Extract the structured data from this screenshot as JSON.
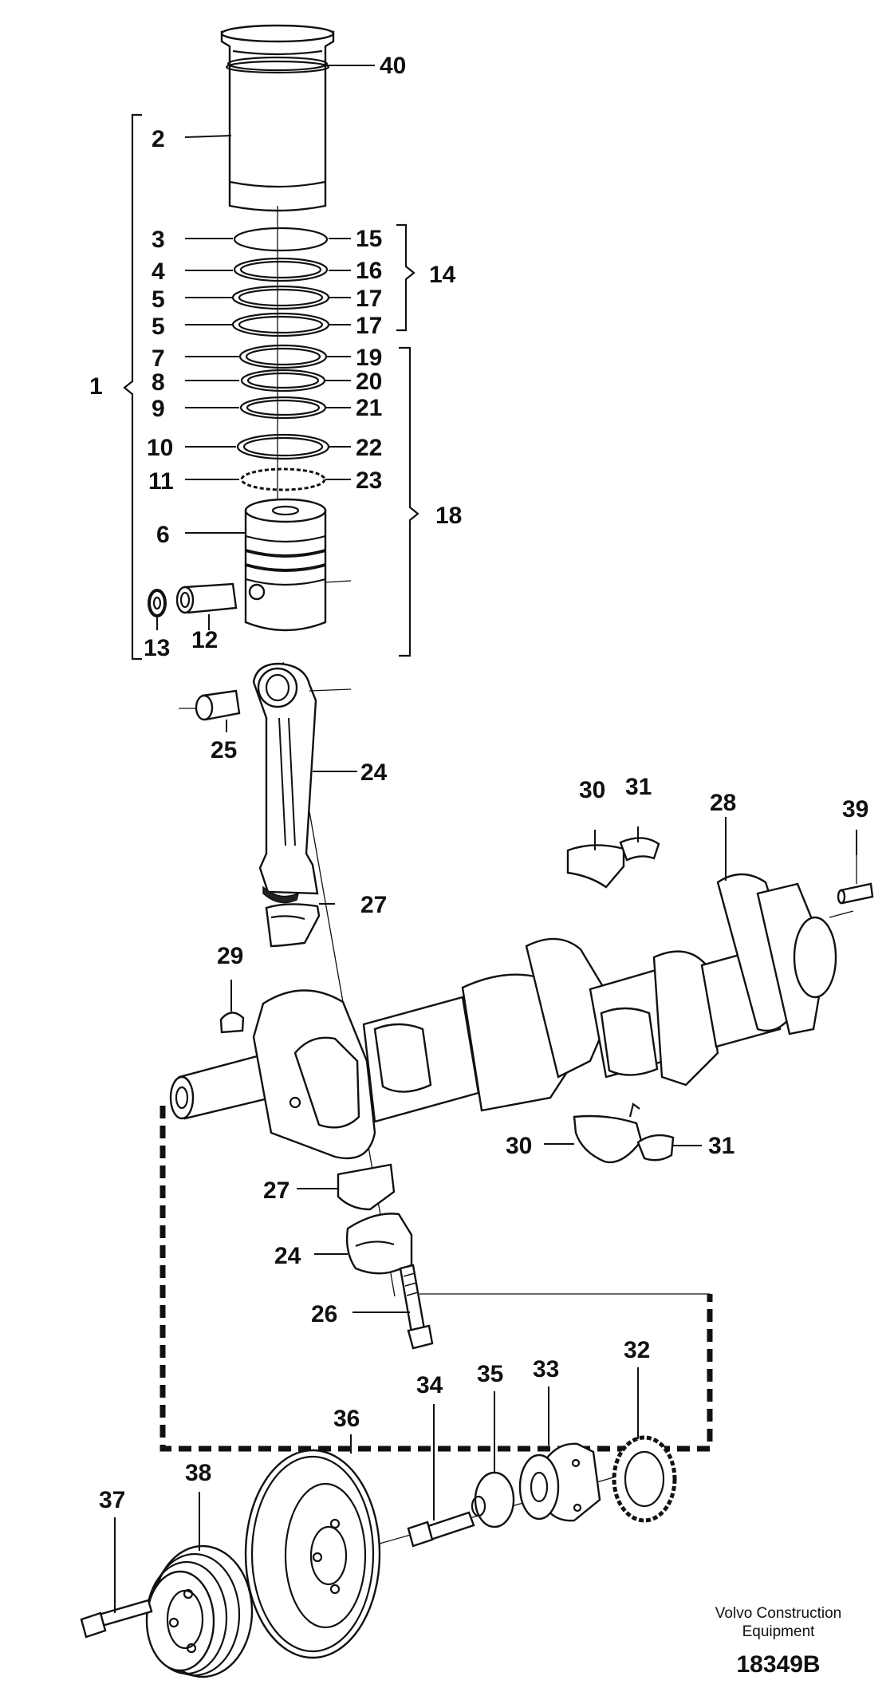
{
  "diagram": {
    "labels": [
      "1",
      "2",
      "3",
      "4",
      "5",
      "5",
      "6",
      "7",
      "8",
      "9",
      "10",
      "11",
      "12",
      "13",
      "14",
      "15",
      "16",
      "17",
      "17",
      "18",
      "19",
      "20",
      "21",
      "22",
      "23",
      "24",
      "25",
      "27",
      "28",
      "29",
      "30",
      "31",
      "39",
      "30",
      "31",
      "27",
      "24",
      "26",
      "32",
      "33",
      "34",
      "35",
      "36",
      "37",
      "38",
      "40"
    ],
    "publisher": "Volvo Construction",
    "publisher_line2": "Equipment",
    "drawing_number": "18349B"
  }
}
